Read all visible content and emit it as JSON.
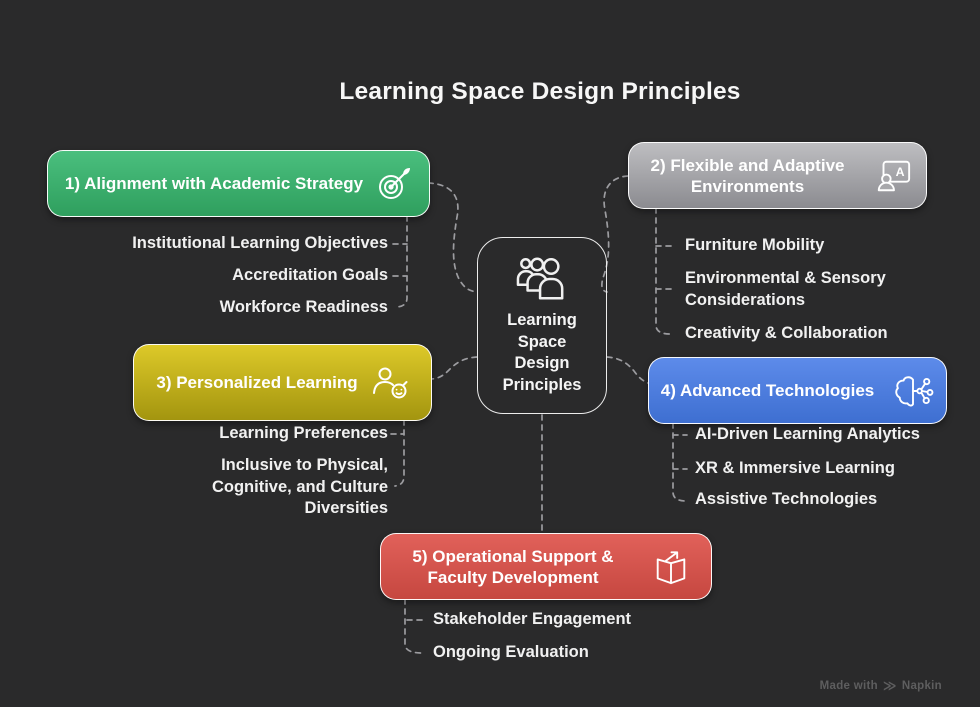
{
  "title": "Learning Space Design Principles",
  "center": {
    "icon": "people-group-icon",
    "lines": [
      "Learning",
      "Space",
      "Design",
      "Principles"
    ]
  },
  "boxes": [
    {
      "label": "1) Alignment with Academic Strategy",
      "icon": "target-arrow-icon",
      "color_top": "#4abf7e",
      "color_bottom": "#2f9f5e",
      "items": [
        "Institutional Learning Objectives",
        "Accreditation Goals",
        "Workforce Readiness"
      ]
    },
    {
      "label": "2) Flexible and Adaptive Environments",
      "icon": "presentation-screen-icon",
      "color_top": "#bebec1",
      "color_bottom": "#8b8b90",
      "items": [
        "Furniture Mobility",
        "Environmental & Sensory Considerations",
        "Creativity & Collaboration"
      ]
    },
    {
      "label": "3) Personalized Learning",
      "icon": "person-customization-icon",
      "color_top": "#ddc929",
      "color_bottom": "#a3950f",
      "items": [
        "Learning Preferences",
        "Inclusive to Physical, Cognitive, and Culture Diversities"
      ]
    },
    {
      "label": "4) Advanced Technologies",
      "icon": "brain-network-icon",
      "color_top": "#5d8bea",
      "color_bottom": "#3e6fd1",
      "items": [
        "AI-Driven Learning Analytics",
        "XR & Immersive Learning",
        "Assistive Technologies"
      ]
    },
    {
      "label": "5) Operational Support & Faculty Development",
      "icon": "book-growth-icon",
      "color_top": "#e1615a",
      "color_bottom": "#c64740",
      "items": [
        "Stakeholder Engagement",
        "Ongoing Evaluation"
      ]
    }
  ],
  "icons": {
    "board_letter": "A"
  },
  "watermark": {
    "prefix": "Made with",
    "logo_glyph": "≫",
    "brand": "Napkin"
  },
  "colors": {
    "background": "#2a2a2b",
    "connector": "#9c9ca0",
    "text": "#f2f2f2"
  }
}
